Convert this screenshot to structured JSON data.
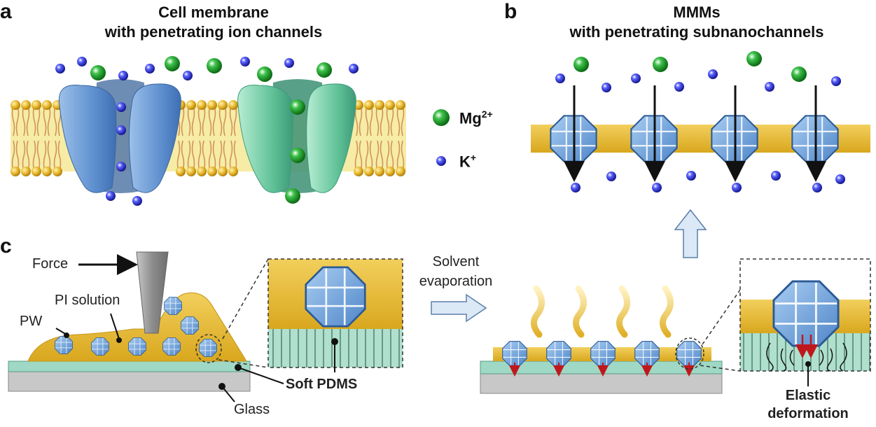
{
  "panels": {
    "a": {
      "letter": "a",
      "title_line1": "Cell membrane",
      "title_line2": "with penetrating ion channels"
    },
    "b": {
      "letter": "b",
      "title_line1": "MMMs",
      "title_line2": "with penetrating subnanochannels"
    },
    "c": {
      "letter": "c"
    }
  },
  "legend": {
    "mg_base": "Mg",
    "mg_sup": "2+",
    "k_base": "K",
    "k_sup": "+"
  },
  "labels": {
    "force": "Force",
    "pi_solution": "PI solution",
    "pw": "PW",
    "soft_pdms": "Soft PDMS",
    "glass": "Glass",
    "solvent_line1": "Solvent",
    "solvent_line2": "evaporation",
    "elastic_line1": "Elastic",
    "elastic_line2": "deformation"
  },
  "colors": {
    "k_ion": "#2b2fc9",
    "mg_ion": "#1f9a2a",
    "polymer": "#e8b830",
    "pw_crystal": "#6a9fd8",
    "pdms": "#9fd8c4",
    "glass": "#c8c8c8",
    "arrow_fill": "#dbe8f6"
  }
}
